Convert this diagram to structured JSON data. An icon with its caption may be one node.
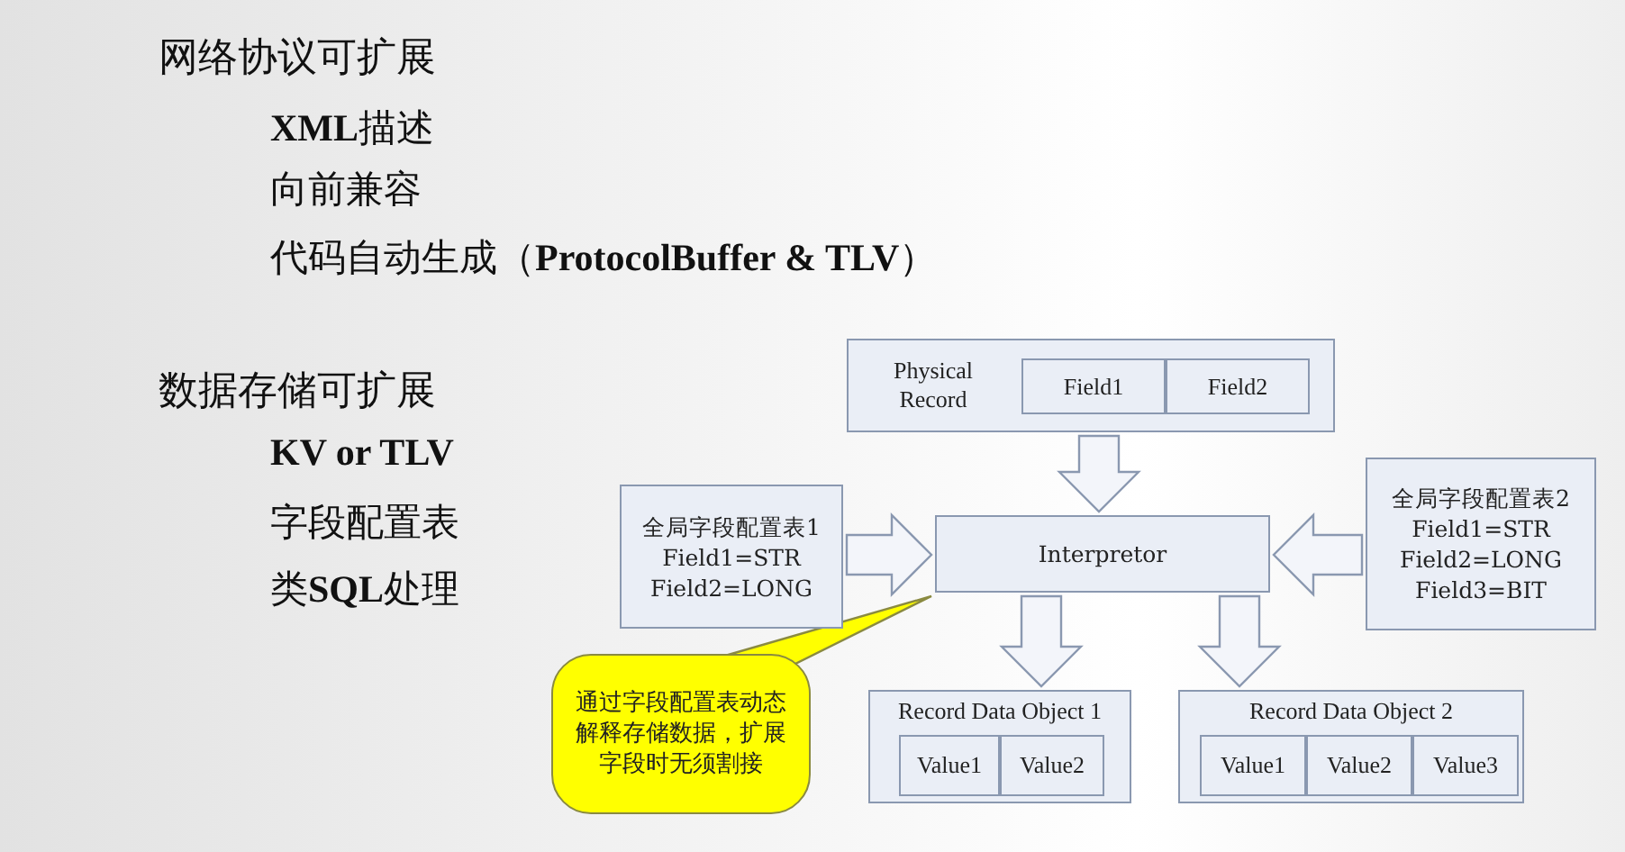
{
  "diagram": {
    "nodes": [
      {
        "text": [
          "Physical Record"
        ]
      },
      {
        "text": [
          "Field1"
        ],
        "in": 0
      },
      {
        "text": [
          "Field2"
        ],
        "in": 0
      },
      {
        "text": [
          "全局字段配置表1 Field1=STR Field2=LONG"
        ]
      },
      {
        "text": [
          "Interpretor"
        ]
      },
      {
        "text": [
          "全局字段配置表2 Field1=STR Field2=LONG Field3=BIT"
        ]
      },
      {
        "text": [
          "通过字段配置表动态解释存储数据，扩展字段时无须割接"
        ]
      },
      {
        "text": [
          "Record Data Object 1"
        ]
      },
      {
        "text": [
          "Value1"
        ],
        "in": 7
      },
      {
        "text": [
          "Value2"
        ],
        "in": 7
      },
      {
        "text": [
          "Record Data Object 2"
        ]
      },
      {
        "text": [
          "Value1"
        ],
        "in": 10
      },
      {
        "text": [
          "Value2"
        ],
        "in": 10
      },
      {
        "text": [
          "Value3"
        ],
        "in": 10
      }
    ],
    "edges": [
      {
        "from": 0,
        "to": 4,
        "arrow": "to"
      },
      {
        "from": 3,
        "to": 4,
        "arrow": "to"
      },
      {
        "from": 5,
        "to": 4,
        "arrow": "to"
      },
      {
        "from": 4,
        "to": 7,
        "arrow": "to"
      },
      {
        "from": 4,
        "to": 10,
        "arrow": "to"
      },
      {
        "from": 6,
        "to": 4,
        "arrow": "none"
      }
    ],
    "labels": [
      "网络协议可扩展",
      "**XML**描述",
      "向前兼容",
      "代码自动生成（**ProtocolBuffer & TLV**）",
      "数据存储可扩展",
      "KV or TLV",
      "字段配置表",
      "类**SQL**处理"
    ]
  }
}
